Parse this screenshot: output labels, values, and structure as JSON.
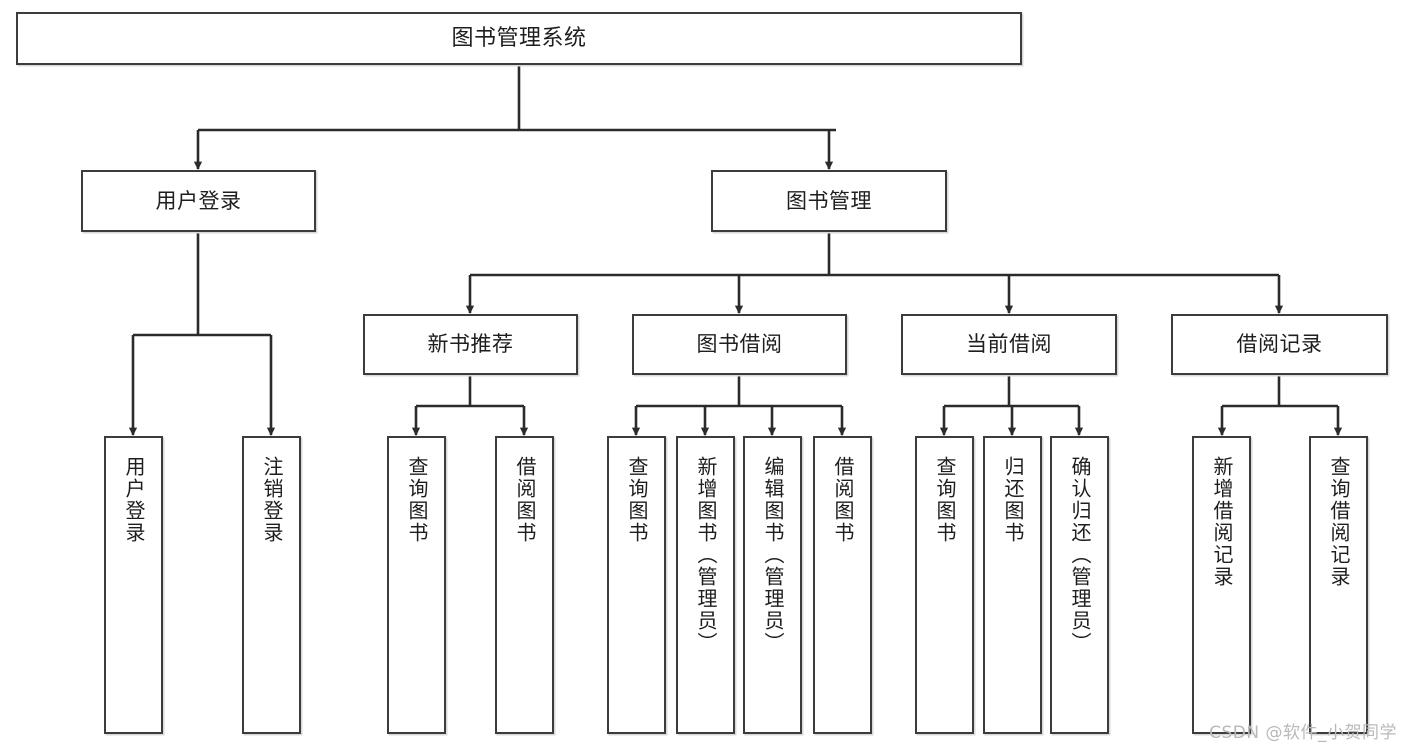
{
  "diagram": {
    "title": "图书管理系统",
    "type": "hierarchy-tree",
    "root": {
      "id": "root",
      "label": "图书管理系统",
      "level": 0
    },
    "level2": [
      {
        "id": "user-login",
        "label": "用户登录"
      },
      {
        "id": "book-manage",
        "label": "图书管理"
      }
    ],
    "level3": [
      {
        "id": "new-book-rec",
        "label": "新书推荐",
        "parent": "book-manage"
      },
      {
        "id": "book-borrow",
        "label": "图书借阅",
        "parent": "book-manage"
      },
      {
        "id": "current-borrow",
        "label": "当前借阅",
        "parent": "book-manage"
      },
      {
        "id": "borrow-record",
        "label": "借阅记录",
        "parent": "book-manage"
      }
    ],
    "leaves": [
      {
        "id": "leaf-user-login",
        "label": "用户登录",
        "parent": "user-login"
      },
      {
        "id": "leaf-user-logout",
        "label": "注销登录",
        "parent": "user-login"
      },
      {
        "id": "leaf-rec-query-book",
        "label": "查询图书",
        "parent": "new-book-rec"
      },
      {
        "id": "leaf-rec-borrow-book",
        "label": "借阅图书",
        "parent": "new-book-rec"
      },
      {
        "id": "leaf-bb-query-book",
        "label": "查询图书",
        "parent": "book-borrow"
      },
      {
        "id": "leaf-bb-add-book",
        "label": "新增图书（管理员）",
        "parent": "book-borrow"
      },
      {
        "id": "leaf-bb-edit-book",
        "label": "编辑图书（管理员）",
        "parent": "book-borrow"
      },
      {
        "id": "leaf-bb-borrow-book",
        "label": "借阅图书",
        "parent": "book-borrow"
      },
      {
        "id": "leaf-cb-query-book",
        "label": "查询图书",
        "parent": "current-borrow"
      },
      {
        "id": "leaf-cb-return-book",
        "label": "归还图书",
        "parent": "current-borrow"
      },
      {
        "id": "leaf-cb-confirm-return",
        "label": "确认归还（管理员）",
        "parent": "current-borrow"
      },
      {
        "id": "leaf-br-add-record",
        "label": "新增借阅记录",
        "parent": "borrow-record"
      },
      {
        "id": "leaf-br-query-record",
        "label": "查询借阅记录",
        "parent": "borrow-record"
      }
    ],
    "colors": {
      "box_border": "#3c3c3c",
      "box_fill": "#ffffff",
      "connector": "#2b2b2b",
      "canvas": "#ffffff",
      "watermark": "#b9b9b9"
    }
  },
  "watermark": {
    "text": "CSDN @软件_小贺同学"
  }
}
